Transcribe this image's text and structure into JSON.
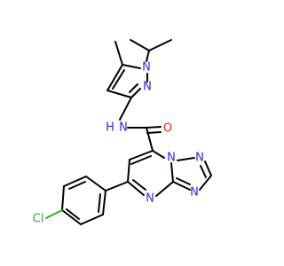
{
  "molecule": {
    "atoms": {
      "n_pyrazole_1": "N",
      "n_pyrazole_2": "N",
      "n_amide": "N",
      "h_amide": "H",
      "o_carbonyl": "O",
      "n_bridge": "N",
      "n_triazole_top": "N",
      "n_triazole_right": "N",
      "n_pyrimidine": "N",
      "cl": "Cl"
    },
    "colors": {
      "carbon": "#000000",
      "nitrogen": "#2a2af0",
      "oxygen": "#e8231a",
      "chlorine": "#3aa82f"
    }
  }
}
